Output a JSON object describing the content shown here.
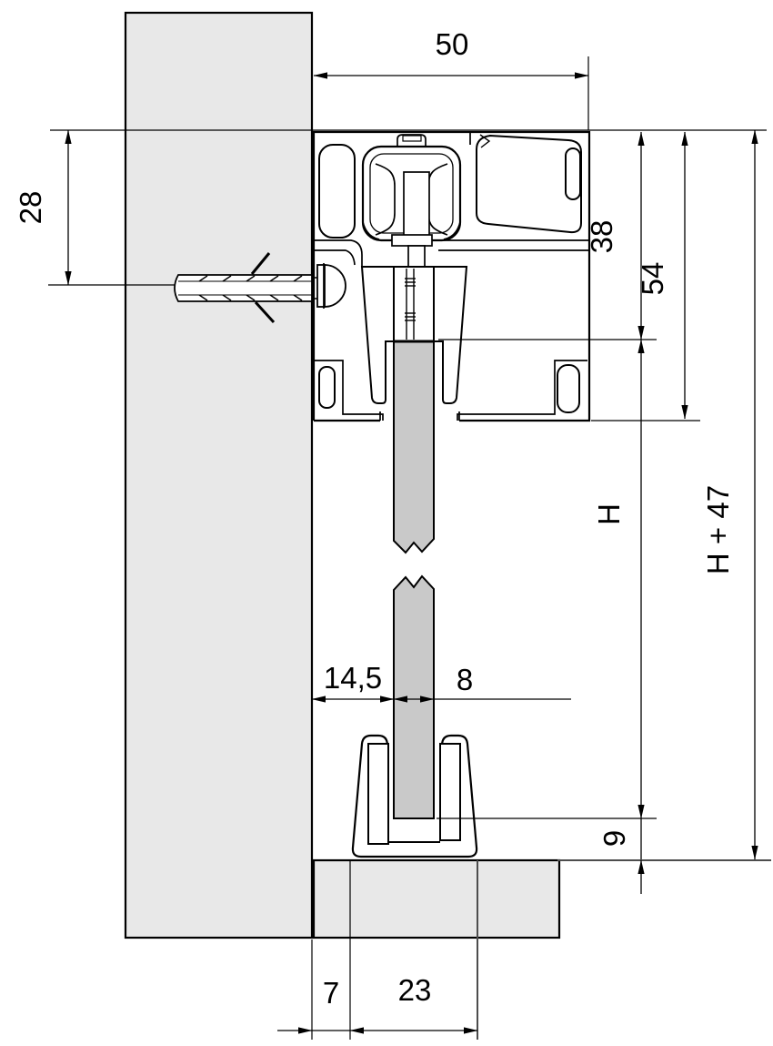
{
  "drawing": {
    "type": "technical-cross-section",
    "subject": "wall-mounted sliding glass door track profile, section view",
    "dimensions": {
      "track_width": "50",
      "fixing_offset": "28",
      "top_to_glass": "38",
      "profile_height": "54",
      "glass_height": "H",
      "total_height": "H + 47",
      "bottom_clearance": "9",
      "wall_to_glass": "14,5",
      "glass_thickness": "8",
      "wall_to_guide": "7",
      "guide_width": "23"
    },
    "colors": {
      "wall_fill": "#e8e8e8",
      "floor_fill": "#e8e8e8",
      "glass_fill": "#c9c9c9",
      "line": "#000000"
    }
  }
}
